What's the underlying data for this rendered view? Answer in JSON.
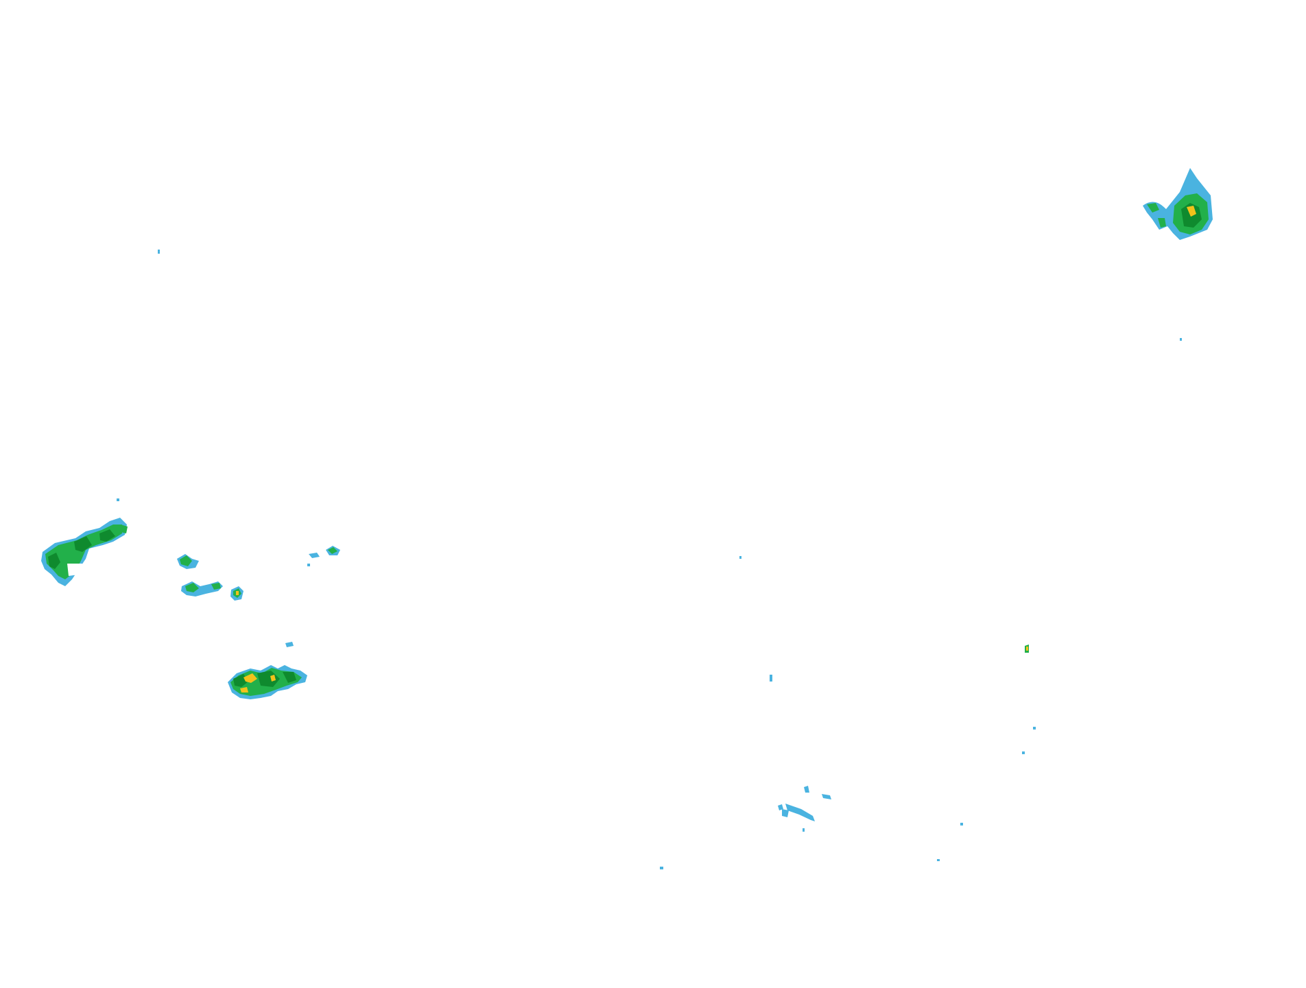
{
  "radar_overlay": {
    "colors": {
      "light": "#4ab3e0",
      "medium": "#22b04a",
      "heavy": "#0f8a2e",
      "intense": "#f2c21b",
      "background": "#ffffff"
    },
    "cells": [
      {
        "id": "cell-northeast",
        "intensity": "intense"
      },
      {
        "id": "cell-west-band",
        "intensity": "heavy"
      },
      {
        "id": "cell-west-small-1",
        "intensity": "medium"
      },
      {
        "id": "cell-west-small-2",
        "intensity": "intense"
      },
      {
        "id": "cell-west-small-3",
        "intensity": "medium"
      },
      {
        "id": "cell-southwest",
        "intensity": "intense"
      },
      {
        "id": "cell-south-central-specks",
        "intensity": "light"
      },
      {
        "id": "cell-east-speck",
        "intensity": "intense"
      }
    ]
  }
}
